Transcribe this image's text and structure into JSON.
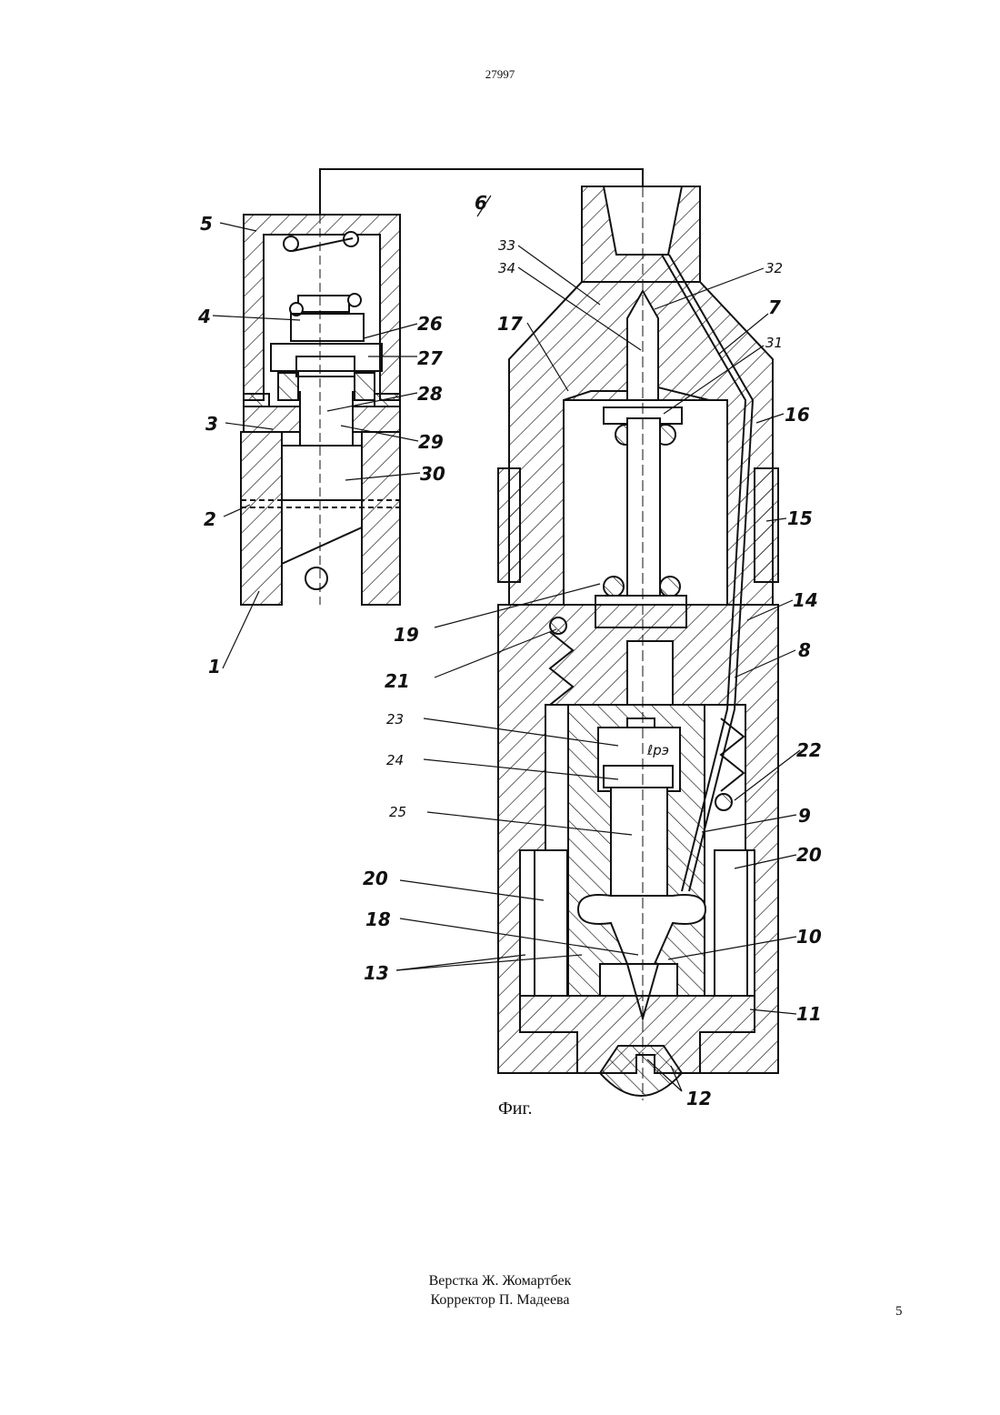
{
  "header": {
    "doc_number": "27997"
  },
  "figure": {
    "caption": "Фиг.",
    "labels": {
      "l1": "1",
      "l2": "2",
      "l3": "3",
      "l4": "4",
      "l5": "5",
      "l6": "6",
      "l7": "7",
      "l8": "8",
      "l9": "9",
      "l10": "10",
      "l11": "11",
      "l12": "12",
      "l13": "13",
      "l14": "14",
      "l15": "15",
      "l16": "16",
      "l17": "17",
      "l18": "18",
      "l19": "19",
      "l20a": "20",
      "l20b": "20",
      "l21": "21",
      "l22": "22",
      "l23": "23",
      "l24": "24",
      "l25": "25",
      "l26": "26",
      "l27": "27",
      "l28": "28",
      "l29": "29",
      "l30": "30",
      "l31": "31",
      "l32": "32",
      "l33": "33",
      "l34": "34",
      "lpe": "ℓрэ"
    }
  },
  "footer": {
    "layout_credit": "Верстка Ж. Жомартбек",
    "corrector_credit": "Корректор П. Мадеева",
    "page_number": "5"
  }
}
